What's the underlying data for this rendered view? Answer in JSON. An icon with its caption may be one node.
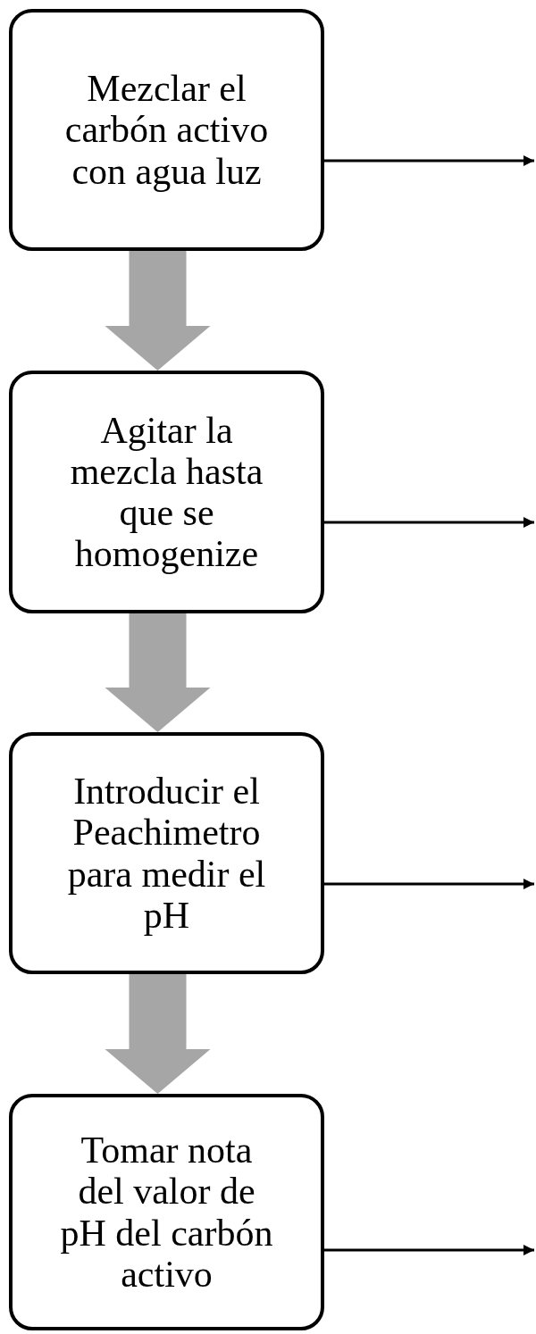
{
  "diagram": {
    "nodes": [
      {
        "text": [
          "Mezclar el carbón activo con agua luz"
        ]
      },
      {
        "text": [
          "Agitar la mezcla hasta que se homogenize"
        ]
      },
      {
        "text": [
          "Introducir el Peachimetro para medir el pH"
        ]
      },
      {
        "text": [
          "Tomar nota del valor de pH del carbón activo"
        ]
      }
    ],
    "edges": [
      {
        "from": 0,
        "to": 1,
        "arrow": "to",
        "style": "thick",
        "color": "#a6a6a6"
      },
      {
        "from": 1,
        "to": 2,
        "arrow": "to",
        "style": "thick",
        "color": "#a6a6a6"
      },
      {
        "from": 2,
        "to": 3,
        "arrow": "to",
        "style": "thick",
        "color": "#a6a6a6"
      },
      {
        "from": 0,
        "to": null,
        "arrow": "to"
      },
      {
        "from": 1,
        "to": null,
        "arrow": "to"
      },
      {
        "from": 2,
        "to": null,
        "arrow": "to"
      },
      {
        "from": 3,
        "to": null,
        "arrow": "to"
      }
    ]
  }
}
